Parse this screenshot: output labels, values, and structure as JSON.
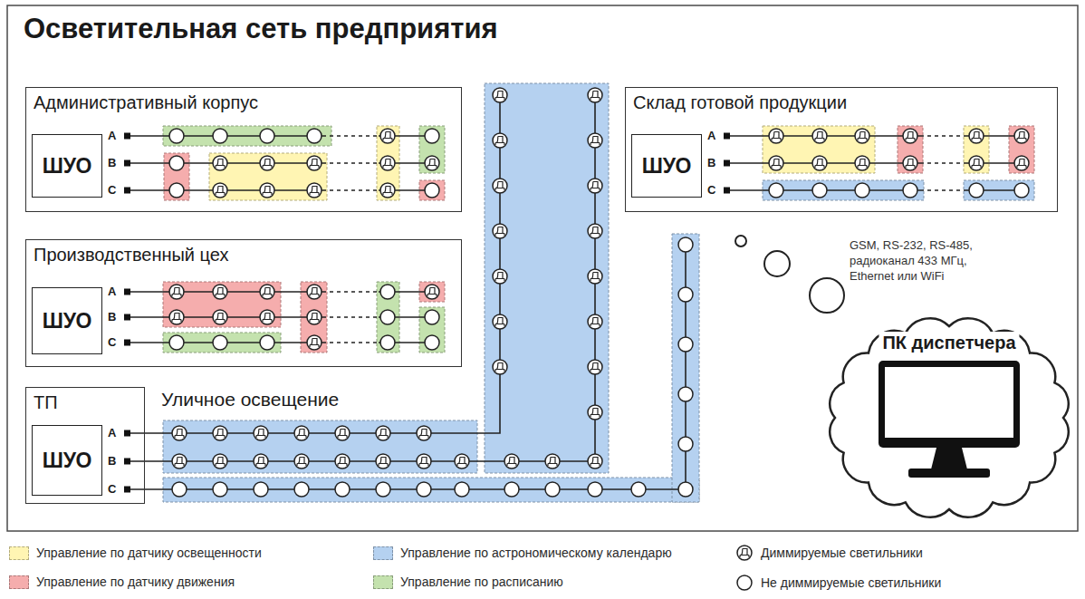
{
  "diagram": {
    "title": "Осветительная сеть предприятия",
    "nodes": [
      {
        "text": [
          "Административный корпус"
        ]
      },
      {
        "text": [
          "ШУО"
        ],
        "in": 0
      },
      {
        "text": [
          "Склад готовой продукции"
        ]
      },
      {
        "text": [
          "ШУО"
        ],
        "in": 2
      },
      {
        "text": [
          "Производственный цех"
        ]
      },
      {
        "text": [
          "ШУО"
        ],
        "in": 4
      },
      {
        "text": [
          "ТП"
        ]
      },
      {
        "text": [
          "ШУО"
        ],
        "in": 6
      },
      {
        "text": [
          "ПК диспетчера"
        ]
      }
    ],
    "labels": [
      "A",
      "B",
      "C",
      "A",
      "B",
      "C",
      "GSM, RS-232, RS-485, радиоканал 433 МГц, Ethernet или WiFi",
      "A",
      "B",
      "C",
      "Уличное освещение",
      "A",
      "B",
      "C"
    ],
    "legend": [
      {
        "text": "Управление по датчику освещенности",
        "color": "#fff5b3"
      },
      {
        "text": "Управление по астрономическому календарю",
        "color": "#b5d1f0"
      },
      {
        "text": "Диммируемые светильники"
      },
      {
        "text": "Управление по датчику движения",
        "color": "#f5adad"
      },
      {
        "text": "Управление по расписанию",
        "color": "#c4e2ae"
      },
      {
        "text": "Не диммируемые светильники"
      }
    ]
  }
}
